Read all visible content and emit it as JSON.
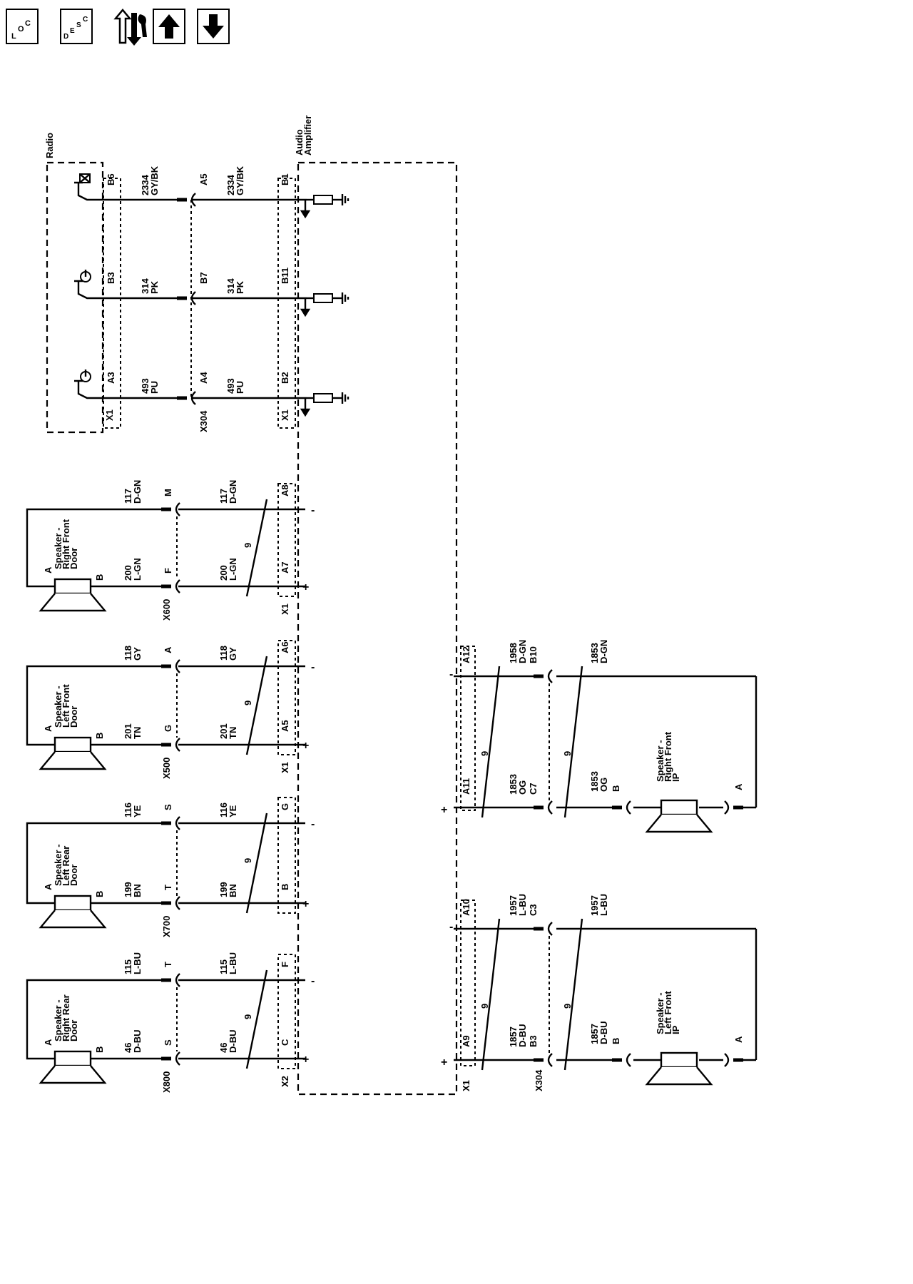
{
  "toolbar": {
    "loc_label": [
      "L",
      "O",
      "C"
    ],
    "desc_label": [
      "D",
      "E",
      "S",
      "C"
    ]
  },
  "modules": {
    "radio": "Radio",
    "amplifier_line1": "Audio",
    "amplifier_line2": "Amplifier"
  },
  "connectors": {
    "x1": "X1",
    "x2": "X2",
    "x304": "X304",
    "x500": "X500",
    "x600": "X600",
    "x700": "X700",
    "x800": "X800"
  },
  "radio_circuits": [
    {
      "radio_pin": "B6",
      "circuit": "2334",
      "color": "GY/BK",
      "inline_pin": "A5",
      "amp_circuit": "2334",
      "amp_color": "GY/BK",
      "amp_pin": "B1",
      "icon": "speaker-mute-icon"
    },
    {
      "radio_pin": "B3",
      "circuit": "314",
      "color": "PK",
      "inline_pin": "B7",
      "amp_circuit": "314",
      "amp_color": "PK",
      "amp_pin": "B11",
      "icon": "power-icon"
    },
    {
      "radio_pin": "A3",
      "circuit": "493",
      "color": "PU",
      "inline_pin": "A4",
      "amp_circuit": "493",
      "amp_color": "PU",
      "amp_pin": "B2",
      "icon": "power-icon"
    }
  ],
  "door_speakers": [
    {
      "name": [
        "Speaker -",
        "Right Front",
        "Door"
      ],
      "pin_a": "A",
      "pin_b": "B",
      "neg": {
        "circuit": "117",
        "color": "D-GN",
        "inline_pin": "M",
        "amp_pin": "A8"
      },
      "pos": {
        "circuit": "200",
        "color": "L-GN",
        "inline_pin": "F",
        "amp_pin": "A7"
      },
      "connector": "X600",
      "amp_connector": "X1",
      "twist": "9"
    },
    {
      "name": [
        "Speaker -",
        "Left Front",
        "Door"
      ],
      "pin_a": "A",
      "pin_b": "B",
      "neg": {
        "circuit": "118",
        "color": "GY",
        "inline_pin": "A",
        "amp_pin": "A6"
      },
      "pos": {
        "circuit": "201",
        "color": "TN",
        "inline_pin": "G",
        "amp_pin": "A5"
      },
      "connector": "X500",
      "amp_connector": "X1",
      "twist": "9"
    },
    {
      "name": [
        "Speaker -",
        "Left Rear",
        "Door"
      ],
      "pin_a": "A",
      "pin_b": "B",
      "neg": {
        "circuit": "116",
        "color": "YE",
        "inline_pin": "S",
        "amp_pin": "G"
      },
      "pos": {
        "circuit": "199",
        "color": "BN",
        "inline_pin": "T",
        "amp_pin": "B"
      },
      "connector": "X700",
      "amp_connector": "",
      "twist": "9"
    },
    {
      "name": [
        "Speaker -",
        "Right Rear",
        "Door"
      ],
      "pin_a": "A",
      "pin_b": "B",
      "neg": {
        "circuit": "115",
        "color": "L-BU",
        "inline_pin": "T",
        "amp_pin": "F"
      },
      "pos": {
        "circuit": "46",
        "color": "D-BU",
        "inline_pin": "S",
        "amp_pin": "C"
      },
      "connector": "X800",
      "amp_connector": "X2",
      "twist": "9"
    }
  ],
  "ip_speakers": [
    {
      "name": [
        "Speaker -",
        "Right Front",
        "IP"
      ],
      "pin_a": "A",
      "pin_b": "B",
      "neg": {
        "amp_pin": "A12",
        "circuit": "1958",
        "color": "D-GN",
        "inline_pin": "B10",
        "out_circuit": "1853",
        "out_color": "D-GN"
      },
      "pos": {
        "amp_pin": "A11",
        "circuit": "1853",
        "color": "OG",
        "inline_pin": "C7",
        "out_circuit": "1853",
        "out_color": "OG"
      },
      "twist": "9"
    },
    {
      "name": [
        "Speaker -",
        "Left Front",
        "IP"
      ],
      "pin_a": "A",
      "pin_b": "B",
      "neg": {
        "amp_pin": "A10",
        "circuit": "1957",
        "color": "L-BU",
        "inline_pin": "C3",
        "out_circuit": "1957",
        "out_color": "L-BU"
      },
      "pos": {
        "amp_pin": "A9",
        "circuit": "1857",
        "color": "D-BU",
        "inline_pin": "B3",
        "out_circuit": "1857",
        "out_color": "D-BU"
      },
      "twist": "9"
    }
  ],
  "polarity": {
    "pos": "+",
    "neg": "-"
  }
}
